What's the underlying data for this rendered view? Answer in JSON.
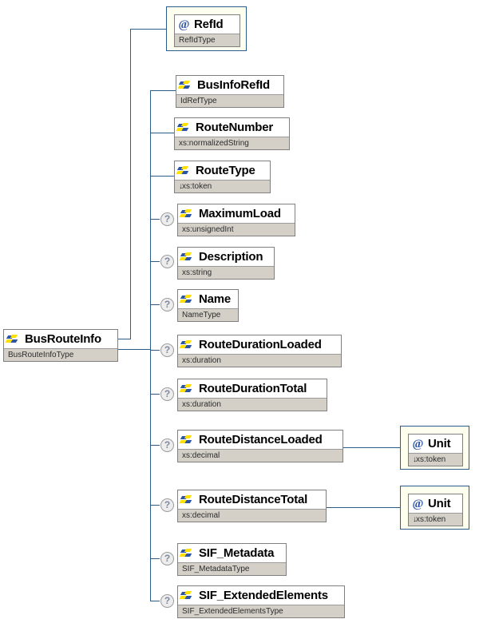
{
  "diagram": {
    "kind": "xml-schema-tree",
    "root": {
      "name": "BusRouteInfo",
      "type": "BusRouteInfoType",
      "icon": "element-icon",
      "optional": false
    },
    "attributes": [
      {
        "name": "RefId",
        "type": "RefIdType",
        "icon": "attribute-icon",
        "optional": false,
        "restricted": false
      }
    ],
    "elements": [
      {
        "name": "BusInfoRefId",
        "type": "IdRefType",
        "icon": "element-icon",
        "optional": false,
        "restricted": false
      },
      {
        "name": "RouteNumber",
        "type": "xs:normalizedString",
        "icon": "element-icon",
        "optional": false,
        "restricted": false
      },
      {
        "name": "RouteType",
        "type": "xs:token",
        "icon": "element-icon",
        "optional": false,
        "restricted": true
      },
      {
        "name": "MaximumLoad",
        "type": "xs:unsignedInt",
        "icon": "element-icon",
        "optional": true,
        "restricted": false
      },
      {
        "name": "Description",
        "type": "xs:string",
        "icon": "element-icon",
        "optional": true,
        "restricted": false
      },
      {
        "name": "Name",
        "type": "NameType",
        "icon": "element-icon",
        "optional": true,
        "restricted": false
      },
      {
        "name": "RouteDurationLoaded",
        "type": "xs:duration",
        "icon": "element-icon",
        "optional": true,
        "restricted": false
      },
      {
        "name": "RouteDurationTotal",
        "type": "xs:duration",
        "icon": "element-icon",
        "optional": true,
        "restricted": false
      },
      {
        "name": "RouteDistanceLoaded",
        "type": "xs:decimal",
        "icon": "element-icon",
        "optional": true,
        "restricted": false
      },
      {
        "name": "RouteDistanceTotal",
        "type": "xs:decimal",
        "icon": "element-icon",
        "optional": true,
        "restricted": false
      },
      {
        "name": "SIF_Metadata",
        "type": "SIF_MetadataType",
        "icon": "element-icon",
        "optional": true,
        "restricted": false
      },
      {
        "name": "SIF_ExtendedElements",
        "type": "SIF_ExtendedElementsType",
        "icon": "element-icon",
        "optional": true,
        "restricted": false
      }
    ],
    "child_attributes": [
      {
        "owner": "RouteDistanceLoaded",
        "name": "Unit",
        "type": "xs:token",
        "icon": "attribute-icon",
        "optional": false,
        "restricted": true
      },
      {
        "owner": "RouteDistanceTotal",
        "name": "Unit",
        "type": "xs:token",
        "icon": "attribute-icon",
        "optional": false,
        "restricted": true
      }
    ],
    "symbols": {
      "optional_marker": "?",
      "attribute_glyph": "@",
      "restriction_arrow": "↓"
    },
    "colors": {
      "connector": "#2b5c8a",
      "type_bar": "#d4d0c8",
      "attr_container_bg": "#ffffef",
      "box_border": "#808080",
      "icon_blue": "#2d55a5",
      "icon_yellow": "#ffe000"
    }
  }
}
